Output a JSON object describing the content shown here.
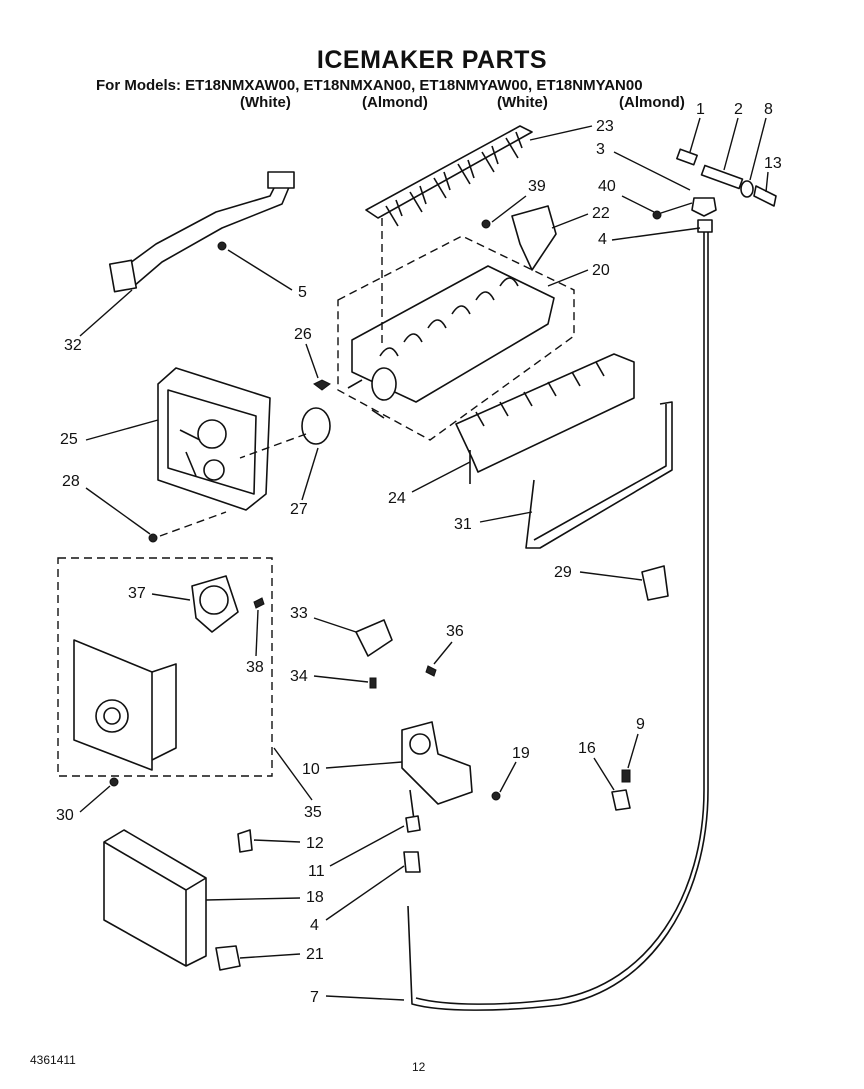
{
  "title": "ICEMAKER PARTS",
  "models_line": "For Models: ET18NMXAW00, ET18NMXAN00, ET18NMYAW00, ET18NMYAN00",
  "colors": [
    "(White)",
    "(Almond)",
    "(White)",
    "(Almond)"
  ],
  "footer": {
    "doc_number": "4361411",
    "page_number": "12"
  },
  "callouts": {
    "c1": "1",
    "c2": "2",
    "c8": "8",
    "c23": "23",
    "c3": "3",
    "c13": "13",
    "c39": "39",
    "c40": "40",
    "c22": "22",
    "c4a": "4",
    "c20": "20",
    "c5": "5",
    "c32": "32",
    "c26": "26",
    "c25": "25",
    "c27": "27",
    "c28": "28",
    "c24": "24",
    "c31": "31",
    "c29": "29",
    "c37": "37",
    "c33": "33",
    "c36": "36",
    "c38": "38",
    "c34": "34",
    "c9": "9",
    "c16": "16",
    "c10": "10",
    "c19": "19",
    "c30": "30",
    "c35": "35",
    "c12": "12",
    "c11": "11",
    "c18": "18",
    "c4b": "4",
    "c21": "21",
    "c7": "7"
  }
}
